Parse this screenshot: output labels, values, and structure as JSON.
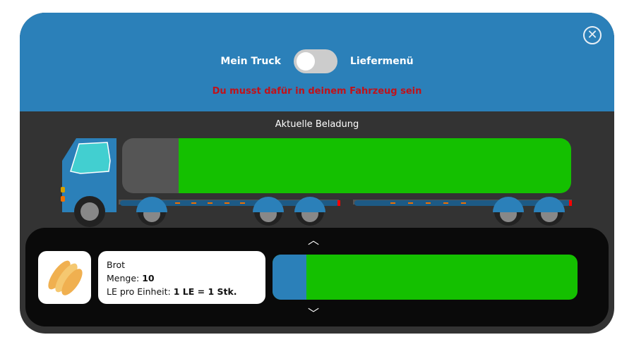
{
  "header": {
    "toggle_left": "Mein Truck",
    "toggle_right": "Liefermenü",
    "toggle_on": false,
    "warning": "Du musst dafür in deinem Fahrzeug sein"
  },
  "load": {
    "title": "Aktuelle Beladung",
    "fill_percent": 87.5
  },
  "item": {
    "name": "Brot",
    "qty_label": "Menge: ",
    "qty": "10",
    "unit_label": "LE pro Einheit: ",
    "unit": "1 LE = 1 Stk.",
    "share_percent": 11
  },
  "colors": {
    "accent": "#2b80b9",
    "fill": "#14c000",
    "warning": "#c0121a"
  }
}
